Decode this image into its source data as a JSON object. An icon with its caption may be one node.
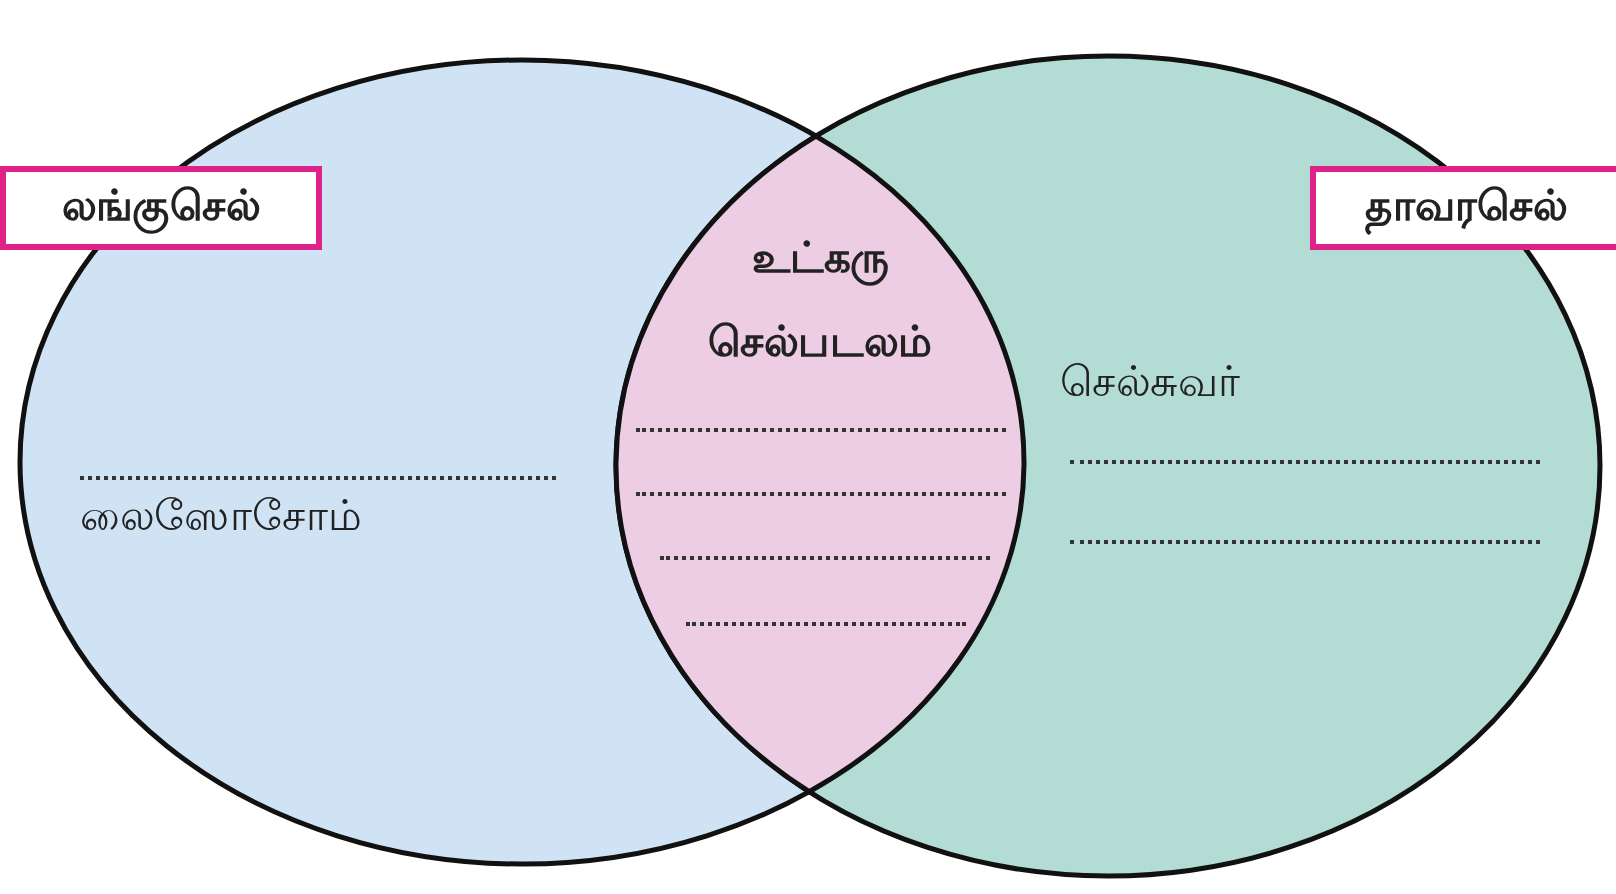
{
  "diagram": {
    "nodes": [
      {
        "text": [
          "லைஸோசோம்"
        ]
      },
      {
        "text": [
          "செல்சுவர்"
        ]
      },
      {
        "text": [
          "உட்கரு",
          "செல்படலம்"
        ]
      },
      {
        "text": [
          "லங்குசெல்"
        ]
      },
      {
        "text": [
          "தாவரசெல்"
        ]
      }
    ]
  }
}
